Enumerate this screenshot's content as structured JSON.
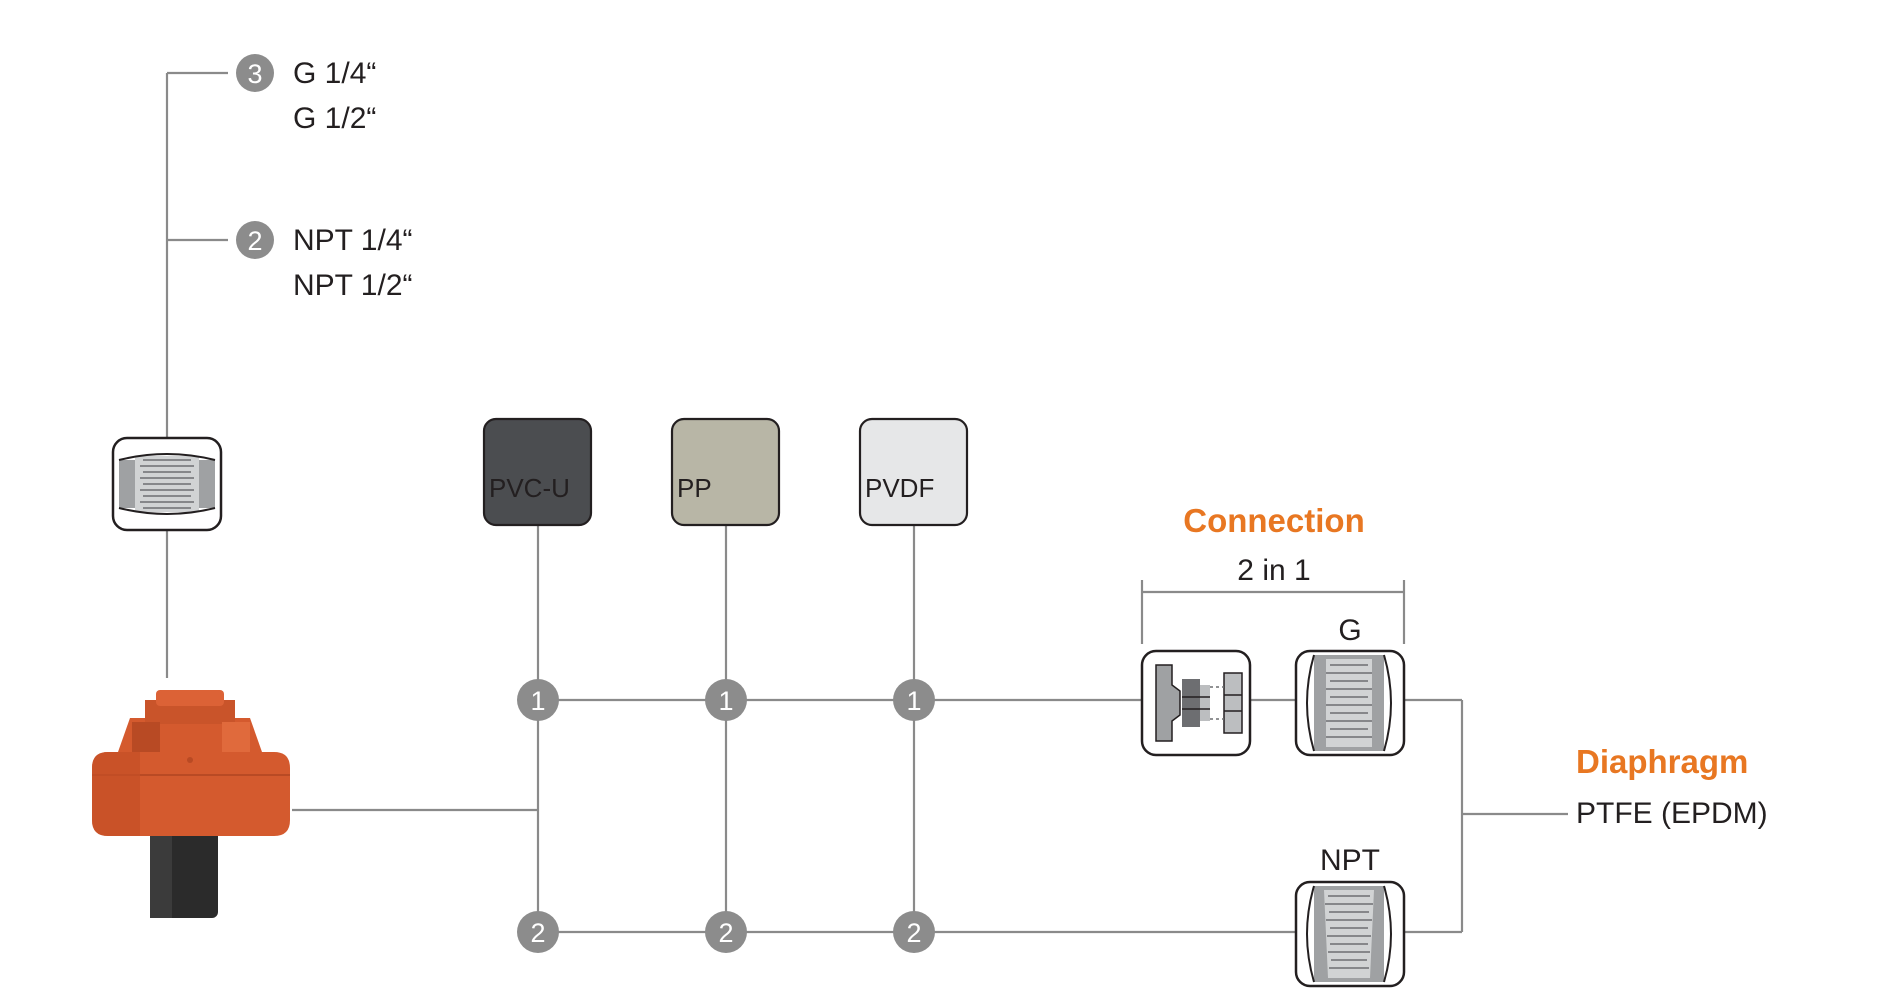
{
  "options": [
    {
      "badge": "3",
      "lines": [
        "G 1/4“",
        "G 1/2“"
      ]
    },
    {
      "badge": "2",
      "lines": [
        "NPT 1/4“",
        "NPT 1/2“"
      ]
    }
  ],
  "materials": [
    {
      "label": "PVC-U",
      "color": "#4b4d50",
      "text_color": "#ffffff"
    },
    {
      "label": "PP",
      "color": "#b8b6a6",
      "text_color": "#231f20"
    },
    {
      "label": "PVDF",
      "color": "#e6e7e8",
      "text_color": "#231f20"
    }
  ],
  "row_badges": {
    "top": "1",
    "bottom": "2"
  },
  "connection": {
    "title": "Connection",
    "subtitle": "2 in 1",
    "g_label": "G",
    "npt_label": "NPT"
  },
  "diaphragm": {
    "title": "Diaphragm",
    "value": "PTFE (EPDM)"
  },
  "colors": {
    "accent": "#e87722",
    "line": "#8a8a8a",
    "badge": "#8c8c8c",
    "sensor_body": "#d45a2e",
    "sensor_base": "#2b2b2b"
  }
}
